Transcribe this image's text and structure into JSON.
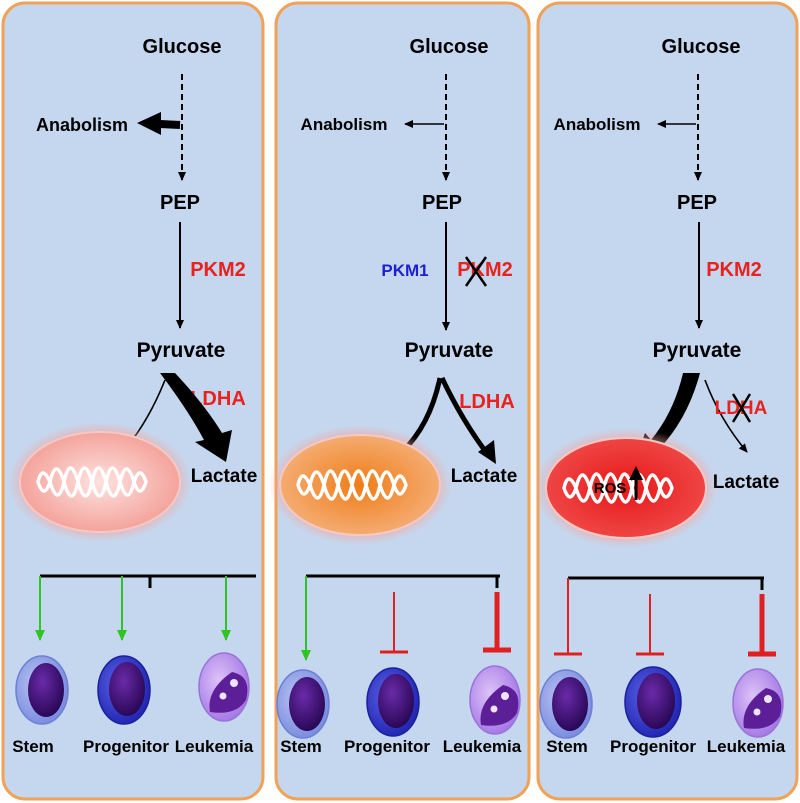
{
  "colors": {
    "panel_fill": "#c5d7ee",
    "panel_border": "#f0a257",
    "enzyme": "#e8231f",
    "pkm1": "#1f1fd1",
    "promote": "#2fc424",
    "inhibit": "#e02020",
    "mito_normal": "#f6b0a8",
    "mito_orange": "#ef7d18",
    "mito_red": "#e81717",
    "stem_cell": "#8f9fe4",
    "progenitor_cell": "#2f36c8",
    "leukemia_cell": "#c19aef",
    "nucleus": "#3a0c6e"
  },
  "panels": [
    {
      "glucose": "Glucose",
      "anabolism": "Anabolism",
      "pep": "PEP",
      "enzyme_pk": "PKM2",
      "pyruvate": "Pyruvate",
      "enzyme_ld": "LDHA",
      "lactate": "Lactate",
      "cells": [
        "Stem",
        "Progenitor",
        "Leukemia"
      ]
    },
    {
      "glucose": "Glucose",
      "anabolism": "Anabolism",
      "pep": "PEP",
      "pkm1": "PKM1",
      "enzyme_pk": "PKM2",
      "pyruvate": "Pyruvate",
      "enzyme_ld": "LDHA",
      "lactate": "Lactate",
      "cells": [
        "Stem",
        "Progenitor",
        "Leukemia"
      ]
    },
    {
      "glucose": "Glucose",
      "anabolism": "Anabolism",
      "pep": "PEP",
      "enzyme_pk": "PKM2",
      "pyruvate": "Pyruvate",
      "enzyme_ld": "LDHA",
      "lactate": "Lactate",
      "ros": "ROS",
      "cells": [
        "Stem",
        "Progenitor",
        "Leukemia"
      ]
    }
  ]
}
